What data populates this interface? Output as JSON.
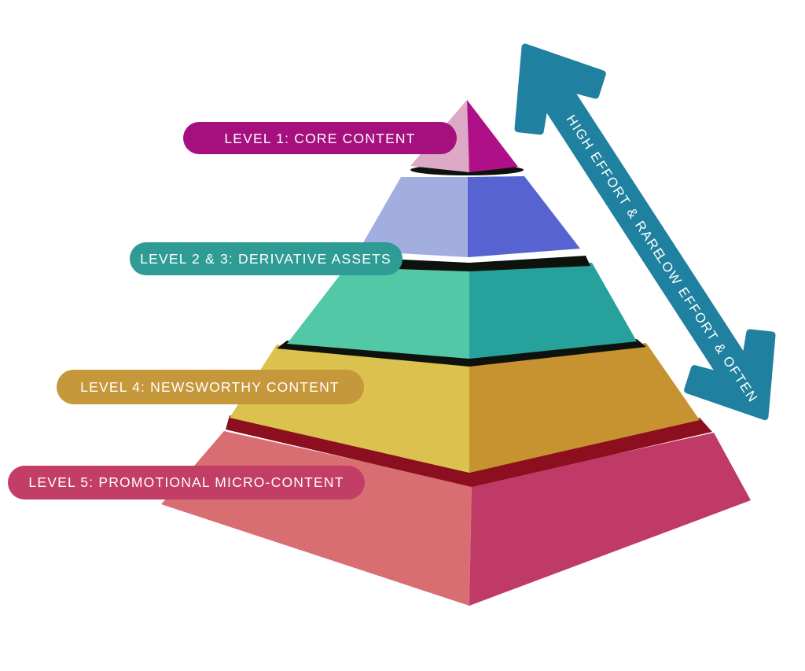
{
  "diagram": {
    "title": "Content repurposing pyramid",
    "background": "#ffffff",
    "levels": [
      {
        "band": "level-1-core",
        "left_face": "#dcaac6",
        "right_face": "#b01087"
      },
      {
        "band": "level-2-derivative",
        "left_face": "#a3aee0",
        "right_face": "#5763d0"
      },
      {
        "band": "level-3-derivative",
        "left_face": "#52c8a6",
        "right_face": "#27a19b"
      },
      {
        "band": "level-4-newsworthy",
        "left_face": "#dbc14d",
        "right_face": "#c69330"
      },
      {
        "band": "level-5-promotional",
        "left_face": "#d96e72",
        "right_face": "#c03a67"
      }
    ],
    "shadows": {
      "step_gap": "#0d120d",
      "under_level_4": "#8c0f20"
    },
    "labels": [
      {
        "text": "LEVEL 1: CORE CONTENT",
        "pill_color": "#a5107e",
        "text_color": "#ffffff"
      },
      {
        "text": "LEVEL 2 & 3: DERIVATIVE ASSETS",
        "pill_color": "#2f9b95",
        "text_color": "#ffffff"
      },
      {
        "text": "LEVEL 4: NEWSWORTHY  CONTENT",
        "pill_color": "#c6983c",
        "text_color": "#ffffff"
      },
      {
        "text": "LEVEL 5: PROMOTIONAL MICRO-CONTENT",
        "pill_color": "#c23e66",
        "text_color": "#ffffff"
      }
    ],
    "arrow": {
      "color": "#1f80a0",
      "label_top": "HIGH EFFORT & RARE",
      "label_bottom": "LOW EFFORT & OFTEN",
      "text_color": "#ffffff"
    }
  }
}
